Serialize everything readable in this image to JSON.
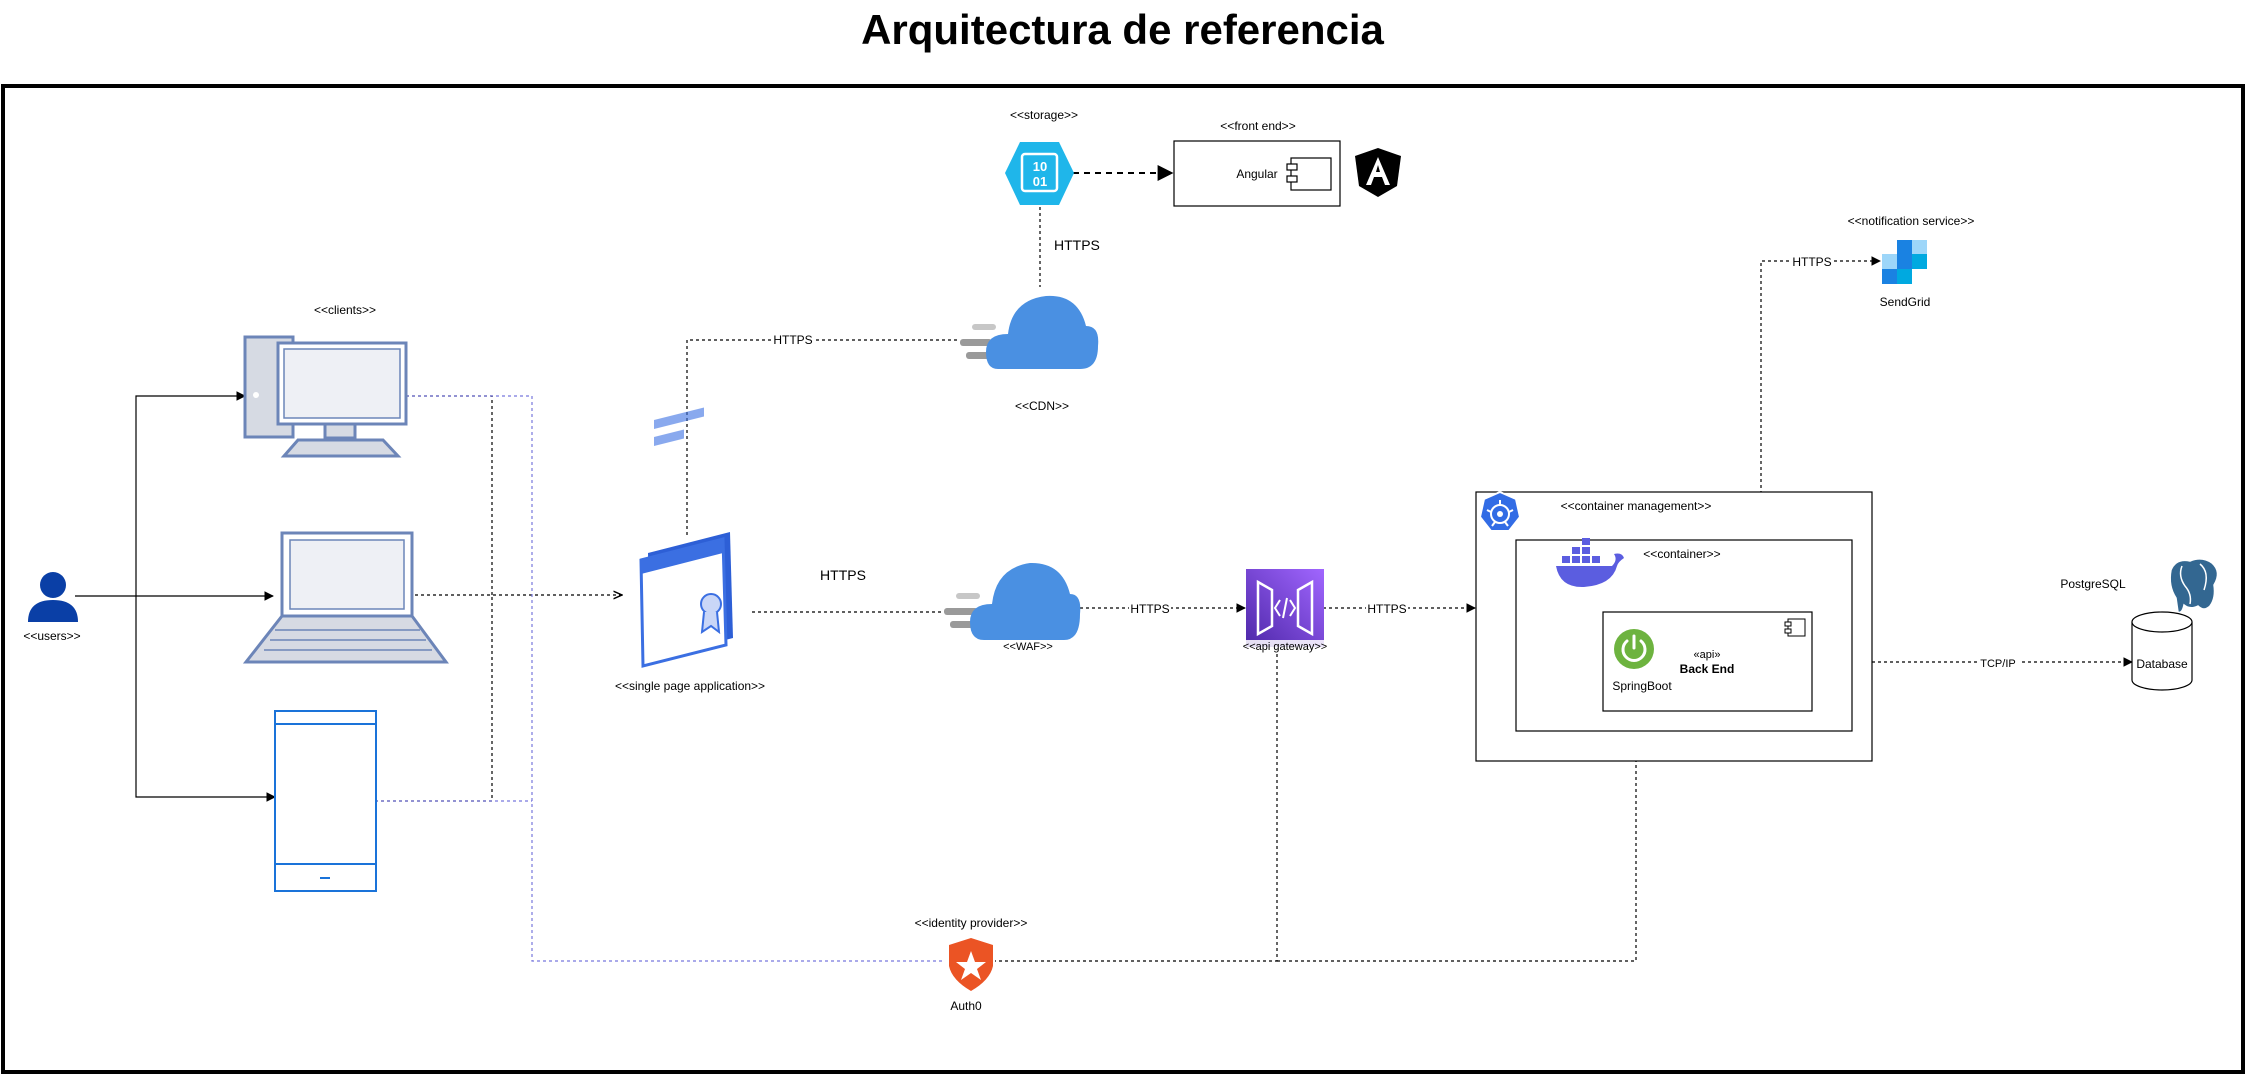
{
  "title": "Arquitectura de referencia",
  "labels": {
    "users": "<<users>>",
    "clients": "<<clients>>",
    "spa": "<<single page application>>",
    "storage": "<<storage>>",
    "storage_glyph_top": "10",
    "storage_glyph_bottom": "01",
    "front_end": "<<front end>>",
    "angular": "Angular",
    "cdn": "<<CDN>>",
    "waf": "<<WAF>>",
    "api_gateway": "<<api gateway>>",
    "container_management": "<<container management>>",
    "container": "<<container>>",
    "api_stereotype": "«api»",
    "backend": "Back End",
    "springboot": "SpringBoot",
    "notification_service": "<<notification service>>",
    "sendgrid": "SendGrid",
    "postgresql": "PostgreSQL",
    "database": "Database",
    "identity_provider": "<<identity provider>>",
    "auth0": "Auth0"
  },
  "connections": {
    "storage_to_cdn": "HTTPS",
    "spa_to_cdn": "HTTPS",
    "spa_to_waf": "HTTPS",
    "waf_to_gateway": "HTTPS",
    "gateway_to_cluster": "HTTPS",
    "backend_to_sendgrid": "HTTPS",
    "backend_to_db": "TCP/IP"
  },
  "colors": {
    "user_icon": "#0a3fa6",
    "device_outline": "#6c85b8",
    "device_fill": "#d6dae3",
    "mobile_outline": "#1a73d9",
    "cloud": "#4a90e2",
    "storage_hex": "#1fb6ea",
    "gateway": "#7f3fd0",
    "kubernetes": "#326ce5",
    "docker": "#5b5de0",
    "spring": "#6db33f",
    "sendgrid": "#1a82e2",
    "auth0": "#eb5424",
    "purple_line": "#7777dd"
  },
  "icons": [
    "user-icon",
    "desktop-icon",
    "laptop-icon",
    "mobile-icon",
    "spa-browser-icon",
    "storage-hex-icon",
    "angular-icon",
    "component-icon",
    "cdn-cloud-icon",
    "waf-cloud-icon",
    "api-gateway-icon",
    "kubernetes-icon",
    "docker-icon",
    "springboot-icon",
    "sendgrid-icon",
    "postgresql-icon",
    "database-cylinder-icon",
    "auth0-icon"
  ]
}
